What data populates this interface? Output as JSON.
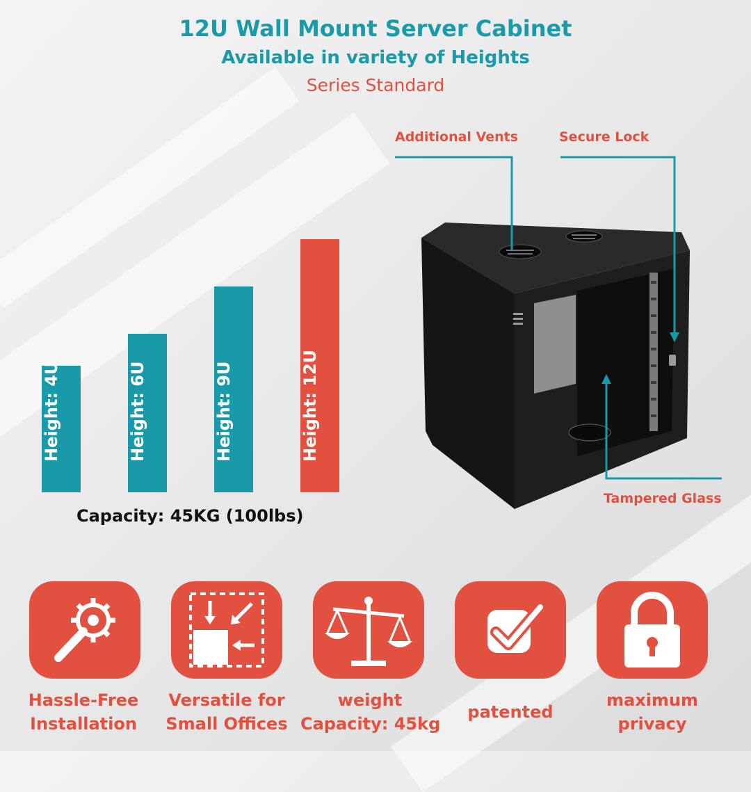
{
  "header": {
    "title": "12U Wall Mount Server Cabinet",
    "subtitle": "Available in variety of Heights",
    "series": "Series Standard"
  },
  "heights": [
    {
      "label": "Height: 4U",
      "units": 4,
      "color": "#1a9aa8"
    },
    {
      "label": "Height: 6U",
      "units": 6,
      "color": "#1a9aa8"
    },
    {
      "label": "Height: 9U",
      "units": 9,
      "color": "#1a9aa8"
    },
    {
      "label": "Height: 12U",
      "units": 12,
      "color": "#e2503f"
    }
  ],
  "capacity": "Capacity: 45KG (100lbs)",
  "callouts": {
    "vents": "Additional Vents",
    "lock": "Secure Lock",
    "glass": "Tampered Glass"
  },
  "features": [
    {
      "icon": "wrench-gear-icon",
      "line1": "Hassle-Free",
      "line2": "Installation"
    },
    {
      "icon": "resize-arrows-icon",
      "line1": "Versatile for",
      "line2": "Small Offices"
    },
    {
      "icon": "balance-scale-icon",
      "line1": "weight",
      "line2": "Capacity: 45kg"
    },
    {
      "icon": "checkmark-icon",
      "line1": "",
      "line2": "patented"
    },
    {
      "icon": "padlock-icon",
      "line1": "maximum",
      "line2": "privacy"
    }
  ],
  "colors": {
    "teal": "#1a9aa8",
    "red": "#e2503f",
    "cabinet": "#1b1b1b"
  }
}
